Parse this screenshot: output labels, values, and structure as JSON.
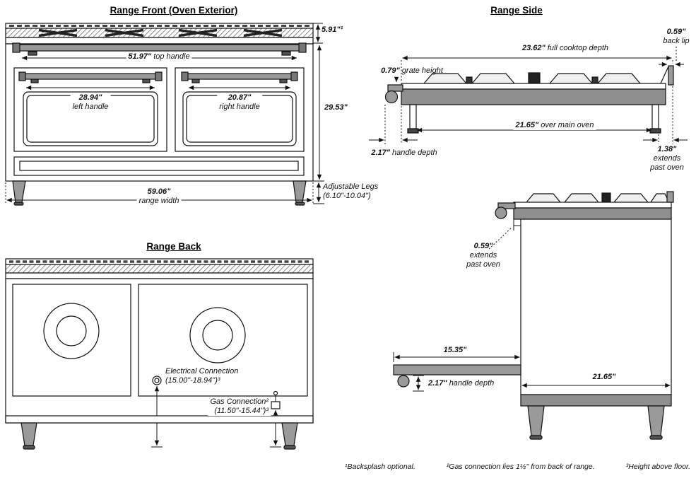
{
  "front": {
    "title": "Range Front (Oven Exterior)",
    "backsplash_height": "5.91\"¹",
    "top_handle": {
      "num": "51.97\"",
      "label": "top handle"
    },
    "left_handle": {
      "num": "28.94\"",
      "label": "left handle"
    },
    "right_handle": {
      "num": "20.87\"",
      "label": "right handle"
    },
    "body_height": "29.53\"",
    "range_width": {
      "num": "59.06\"",
      "label": "range width"
    },
    "adjustable_legs": {
      "line1": "Adjustable Legs",
      "line2": "(6.10\"-10.04\")"
    }
  },
  "side": {
    "title": "Range Side",
    "full_cooktop_depth": {
      "num": "23.62\"",
      "label": "full cooktop depth"
    },
    "back_lip": {
      "num": "0.59\"",
      "label": "back lip"
    },
    "grate_height": {
      "num": "0.79\"",
      "label": "grate height"
    },
    "over_main_oven": {
      "num": "21.65\"",
      "label": "over main oven"
    },
    "handle_depth": {
      "num": "2.17\"",
      "label": "handle depth"
    },
    "extends_past_oven": {
      "num": "1.38\"",
      "line1": "extends",
      "line2": "past oven"
    }
  },
  "side_lower": {
    "cooktop_overhang": {
      "num": "0.59\"",
      "line1": "extends",
      "line2": "past oven"
    },
    "open_door_depth": "15.35\"",
    "handle_depth": {
      "num": "2.17\"",
      "label": "handle depth"
    },
    "oven_depth": "21.65\""
  },
  "back": {
    "title": "Range Back",
    "electrical": {
      "label": "Electrical Connection",
      "range": "(15.00\"-18.94\")³"
    },
    "gas": {
      "label": "Gas Connection²",
      "range": "(11.50\"-15.44\")³"
    }
  },
  "footnotes": [
    "¹Backsplash optional.",
    "²Gas connection lies 1½\" from back of range.",
    "³Height above floor."
  ]
}
